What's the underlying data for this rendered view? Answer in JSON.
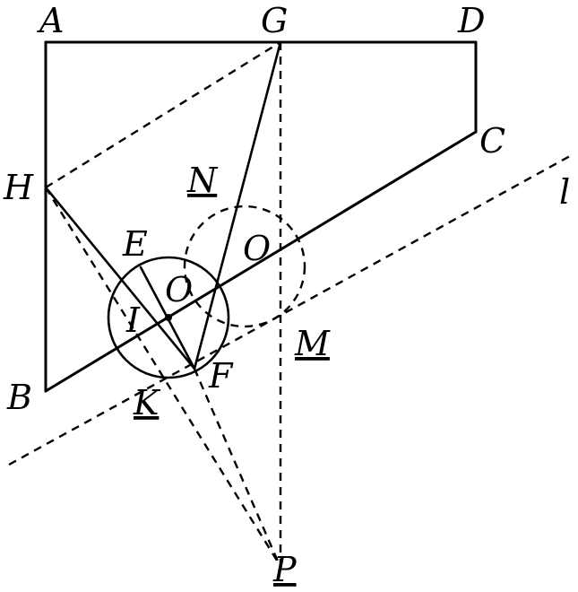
{
  "labels": {
    "A": "A",
    "G": "G",
    "D": "D",
    "C": "C",
    "H": "H",
    "N": "N",
    "l": "l",
    "E": "E",
    "O_upper": "O",
    "O_lower": "O",
    "I": "I",
    "M": "M",
    "B": "B",
    "K": "K",
    "F": "F",
    "P": "P"
  }
}
